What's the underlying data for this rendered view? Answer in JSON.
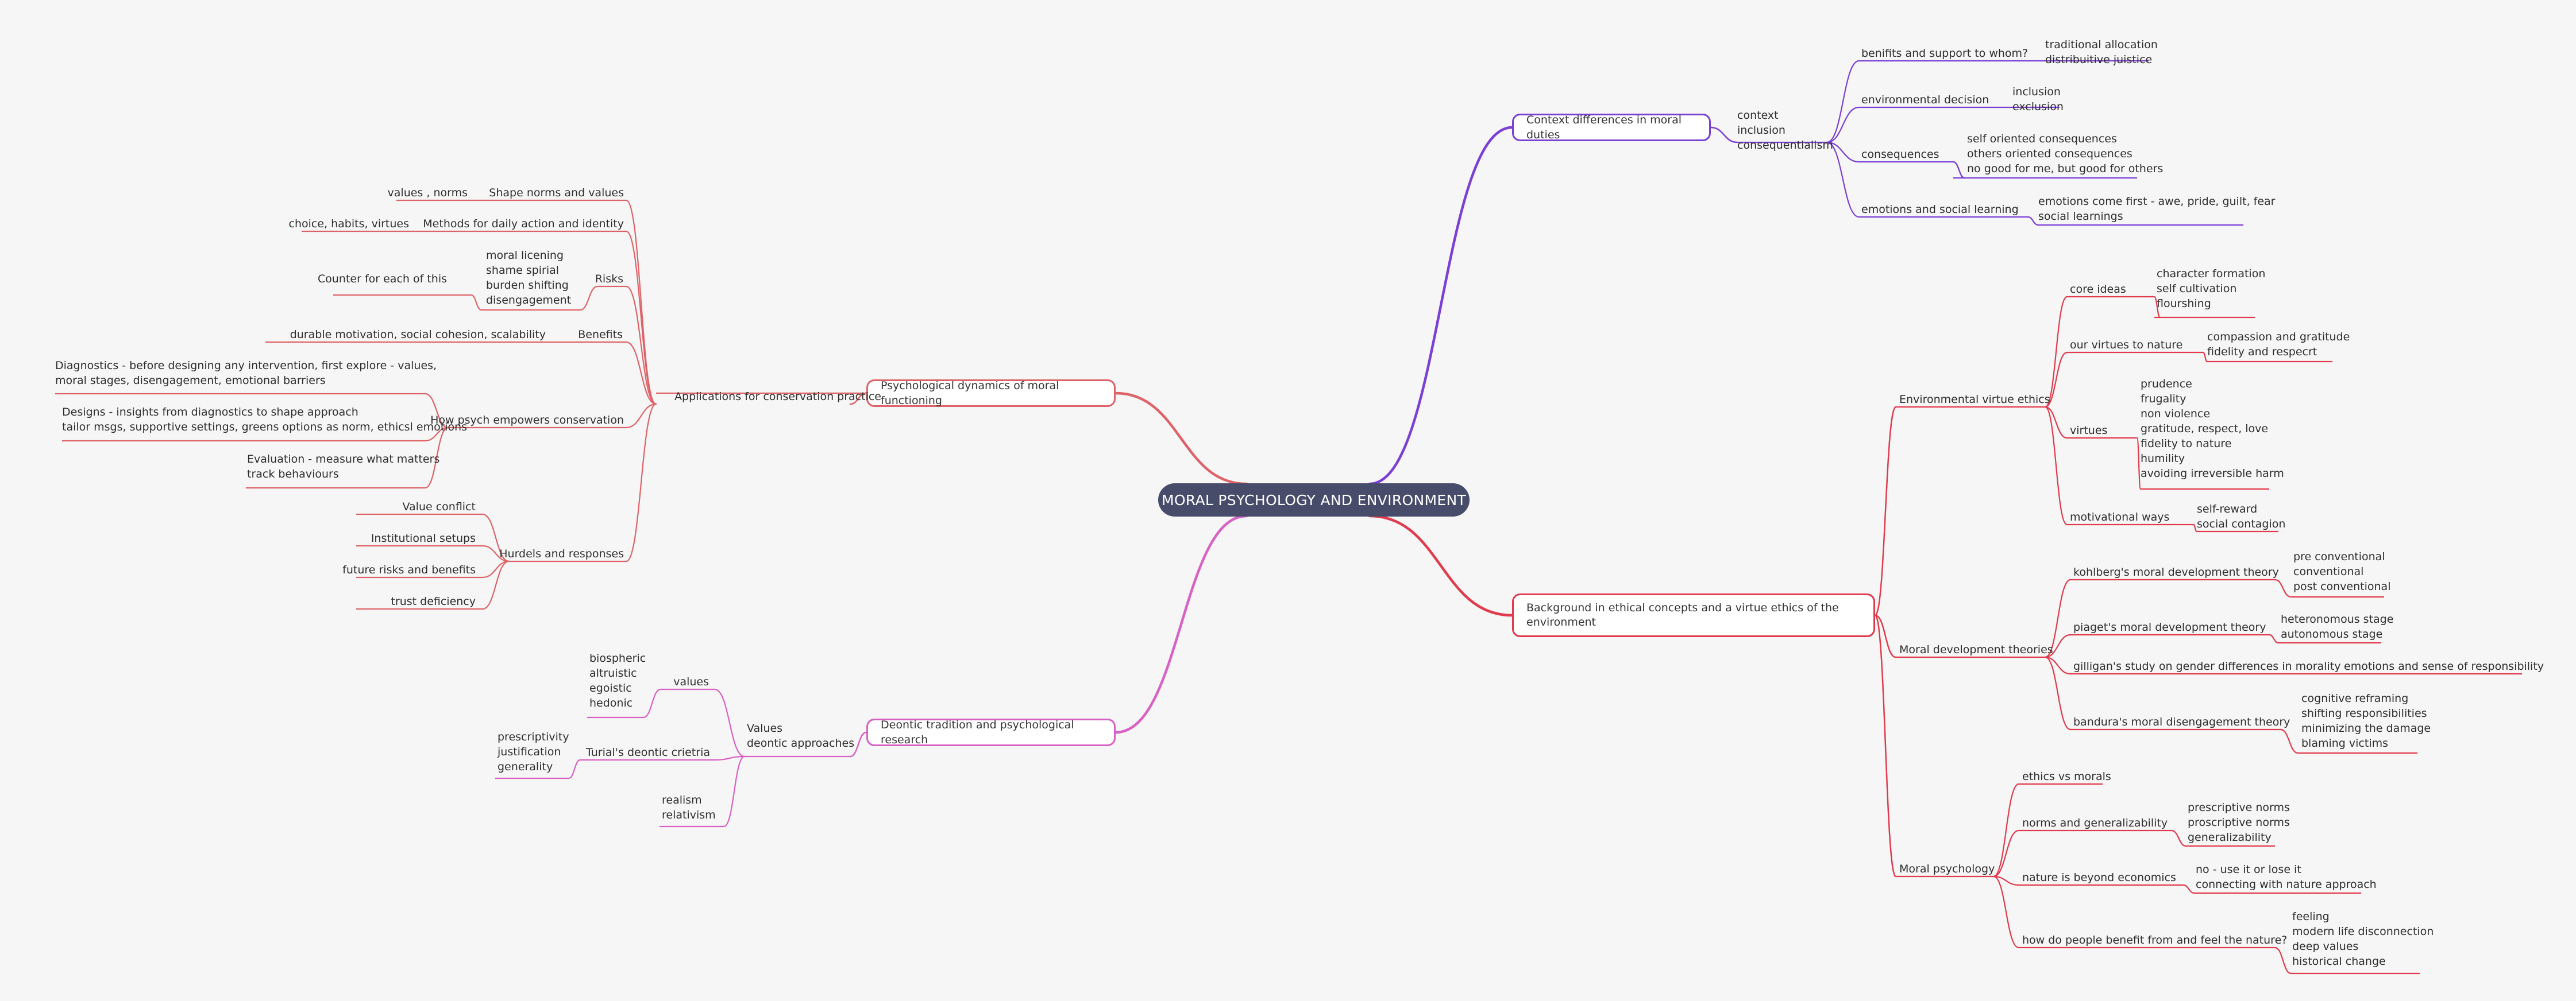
{
  "root": "MORAL PSYCHOLOGY AND ENVIRONMENT",
  "colors": {
    "purple": "#7b3fd6",
    "red": "#e13a4c",
    "salmon": "#de6368",
    "pink": "#d861c4",
    "rootFill": "#474c6a"
  },
  "branches": {
    "context": {
      "title": "Context differences in moral duties",
      "sub": "context\ninclusion\nconsequentialism",
      "items": [
        {
          "label": "benifits and support to whom?",
          "leaf": "traditional allocation\ndistribuitive juistice"
        },
        {
          "label": "environmental decision",
          "leaf": "inclusion\nexclusion"
        },
        {
          "label": "consequences",
          "leaf": "self oriented consequences\nothers oriented consequences\nno good for me, but good for others"
        },
        {
          "label": "emotions and social learning",
          "leaf": "emotions come first - awe, pride, guilt, fear\nsocial learnings"
        }
      ]
    },
    "background": {
      "title": "Background in ethical concepts and a virtue ethics of the environment",
      "env_virtue": {
        "label": "Environmental virtue ethics",
        "items": [
          {
            "label": "core ideas",
            "leaf": "character formation\nself cultivation\nflourshing"
          },
          {
            "label": "our virtues to nature",
            "leaf": "compassion and gratitude\nfidelity and respecrt"
          },
          {
            "label": "virtues",
            "leaf": "prudence\nfrugality\nnon violence\ngratitude, respect, love\nfidelity to nature\nhumility\navoiding irreversible harm"
          },
          {
            "label": "motivational ways",
            "leaf": "self-reward\nsocial contagion"
          }
        ]
      },
      "moral_dev": {
        "label": "Moral development theories",
        "items": [
          {
            "label": "kohlberg's moral development theory",
            "leaf": "pre conventional\nconventional\npost conventional"
          },
          {
            "label": "piaget's moral development theory",
            "leaf": "heteronomous stage\nautonomous stage"
          },
          {
            "label": "gilligan's study on gender differences in morality",
            "leaf": "emotions and sense of responsibility"
          },
          {
            "label": "bandura's moral disengagement theory",
            "leaf": "cognitive reframing\nshifting responsibilities\nminimizing the damage\nblaming victims"
          }
        ]
      },
      "moral_psych": {
        "label": "Moral psychology",
        "items": [
          {
            "label": "ethics vs morals",
            "leaf": ""
          },
          {
            "label": "norms and generalizability",
            "leaf": "prescriptive norms\nproscriptive norms\ngeneralizability"
          },
          {
            "label": "nature is beyond economics",
            "leaf": "no - use it or lose it\nconnecting with nature approach"
          },
          {
            "label": "how do people benefit from and feel the nature?",
            "leaf": "feeling\nmodern life disconnection\ndeep values\nhistorical change"
          }
        ]
      }
    },
    "psych": {
      "title": "Psychological dynamics of moral functioning",
      "sub": "Applications for conservation practice",
      "items": {
        "shape": {
          "label": "Shape norms and values",
          "leaf": "values , norms"
        },
        "methods": {
          "label": "Methods for daily action and identity",
          "leaf": "choice, habits, virtues"
        },
        "risks": {
          "label": "Risks",
          "list": "moral licening\nshame spirial\nburden shifting\ndisengagement",
          "leaf": "Counter for each of this"
        },
        "benefits": {
          "label": "Benefits",
          "leaf": "durable motivation, social cohesion, scalability"
        },
        "empower": {
          "label": "How psych empowers conservation",
          "leaves": [
            "Diagnostics - before designing any intervention, first explore - values,\nmoral stages, disengagement, emotional barriers",
            "Designs - insights from diagnostics to shape approach\ntailor msgs, supportive settings, greens options as norm, ethicsl emotions",
            "Evaluation - measure what matters\ntrack behaviours"
          ]
        },
        "hurdles": {
          "label": "Hurdels and responses",
          "leaves": [
            "Value conflict",
            "Institutional setups",
            "future risks and benefits",
            "trust deficiency"
          ]
        }
      }
    },
    "deontic": {
      "title": "Deontic tradition and psychological research",
      "sub": "Values\ndeontic approaches",
      "values": {
        "label": "values",
        "leaf": "biospheric\naltruistic\negoistic\nhedonic"
      },
      "turial": {
        "label": "Turial's deontic crietria",
        "leaf": "prescriptivity\njustification\ngenerality"
      },
      "realism": "realism\nrelativism"
    }
  }
}
